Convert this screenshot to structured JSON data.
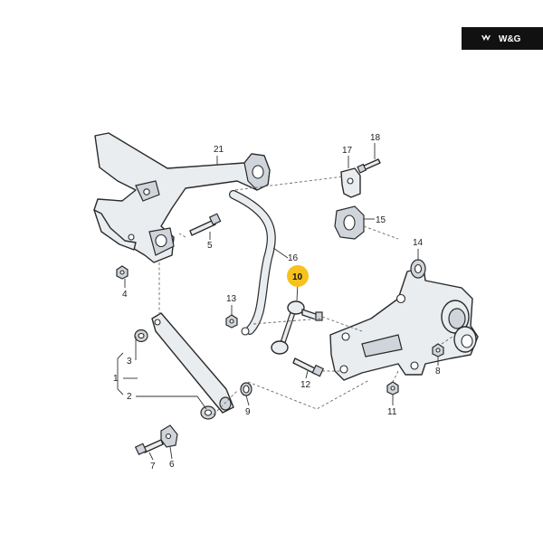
{
  "badge": {
    "text": "W&G"
  },
  "callouts": [
    {
      "id": "1",
      "label": "1"
    },
    {
      "id": "2",
      "label": "2"
    },
    {
      "id": "3",
      "label": "3"
    },
    {
      "id": "4",
      "label": "4"
    },
    {
      "id": "5",
      "label": "5"
    },
    {
      "id": "6",
      "label": "6"
    },
    {
      "id": "7",
      "label": "7"
    },
    {
      "id": "8",
      "label": "8"
    },
    {
      "id": "9",
      "label": "9"
    },
    {
      "id": "10",
      "label": "10",
      "highlight": true,
      "highlight_color": "#f7c21b"
    },
    {
      "id": "11",
      "label": "11"
    },
    {
      "id": "12",
      "label": "12"
    },
    {
      "id": "13",
      "label": "13"
    },
    {
      "id": "14",
      "label": "14"
    },
    {
      "id": "15",
      "label": "15"
    },
    {
      "id": "16",
      "label": "16"
    },
    {
      "id": "17",
      "label": "17"
    },
    {
      "id": "18",
      "label": "18"
    },
    {
      "id": "21",
      "label": "21"
    }
  ]
}
